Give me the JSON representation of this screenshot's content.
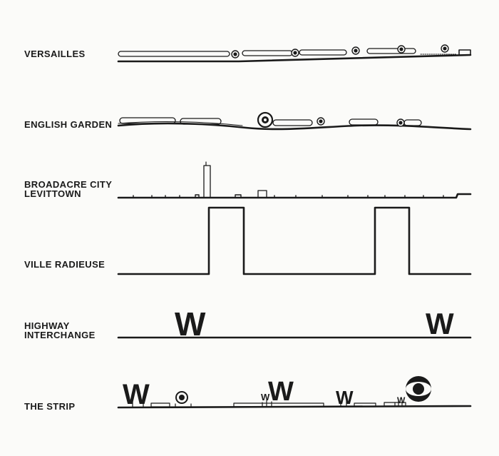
{
  "rows": [
    {
      "label": "VERSAILLES"
    },
    {
      "label": "ENGLISH GARDEN"
    },
    {
      "label_line1": "BROADACRE CITY",
      "label_line2": "LEVITTOWN"
    },
    {
      "label": "VILLE RADIEUSE"
    },
    {
      "label_line1": "HIGHWAY",
      "label_line2": "INTERCHANGE",
      "sign_letter": "W"
    },
    {
      "label": "THE STRIP",
      "sign_letter": "W"
    }
  ],
  "colors": {
    "ink": "#1a1a1a",
    "paper": "#fbfbf9"
  }
}
